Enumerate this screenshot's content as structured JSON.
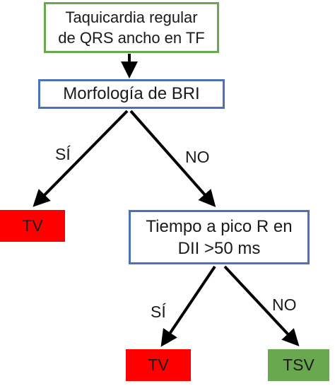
{
  "diagram": {
    "start_line1": "Taquicardia regular",
    "start_line2": "de QRS ancho en TF",
    "question1": "Morfología de BRI",
    "question2_line1": "Tiempo a pico R en",
    "question2_line2": "DII >50 ms",
    "q1_yes_label": "SÍ",
    "q1_no_label": "NO",
    "q2_yes_label": "SÍ",
    "q2_no_label": "NO",
    "result_q1_yes": "TV",
    "result_q2_yes": "TV",
    "result_q2_no": "TSV"
  },
  "colors": {
    "start_border": "#6aa84f",
    "question_border": "#4a72b8",
    "tv_fill": "#ff0000",
    "tsv_fill": "#6aa84f"
  }
}
